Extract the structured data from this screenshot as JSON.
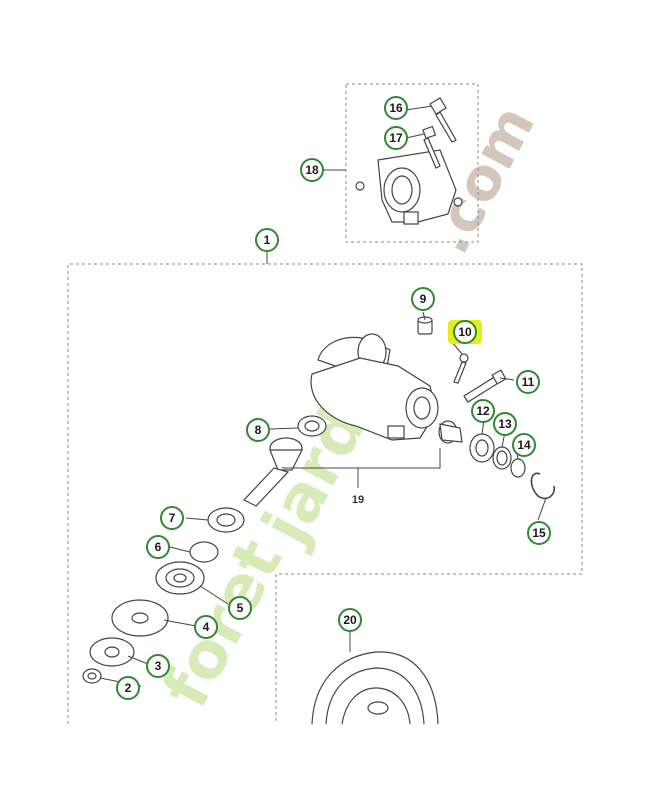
{
  "watermark": {
    "part1": "foret",
    "part2": "jardin",
    "part3": ".com",
    "colors": {
      "green": "#d6ebb8",
      "orange": "#f7d2ae",
      "brown": "#d3c7bb"
    }
  },
  "colors": {
    "callout_ring": "#2d8a2d",
    "highlight": "#e2ef1c",
    "outline": "#444444",
    "dashed": "#888888"
  },
  "callouts": [
    {
      "id": "1",
      "label": "1"
    },
    {
      "id": "2",
      "label": "2"
    },
    {
      "id": "3",
      "label": "3"
    },
    {
      "id": "4",
      "label": "4"
    },
    {
      "id": "5",
      "label": "5"
    },
    {
      "id": "6",
      "label": "6"
    },
    {
      "id": "7",
      "label": "7"
    },
    {
      "id": "8",
      "label": "8"
    },
    {
      "id": "9",
      "label": "9"
    },
    {
      "id": "10",
      "label": "10",
      "highlighted": true
    },
    {
      "id": "11",
      "label": "11"
    },
    {
      "id": "12",
      "label": "12"
    },
    {
      "id": "13",
      "label": "13"
    },
    {
      "id": "14",
      "label": "14"
    },
    {
      "id": "15",
      "label": "15"
    },
    {
      "id": "16",
      "label": "16"
    },
    {
      "id": "17",
      "label": "17"
    },
    {
      "id": "18",
      "label": "18"
    },
    {
      "id": "20",
      "label": "20"
    }
  ],
  "plain_labels": {
    "assembly_19": "19"
  }
}
